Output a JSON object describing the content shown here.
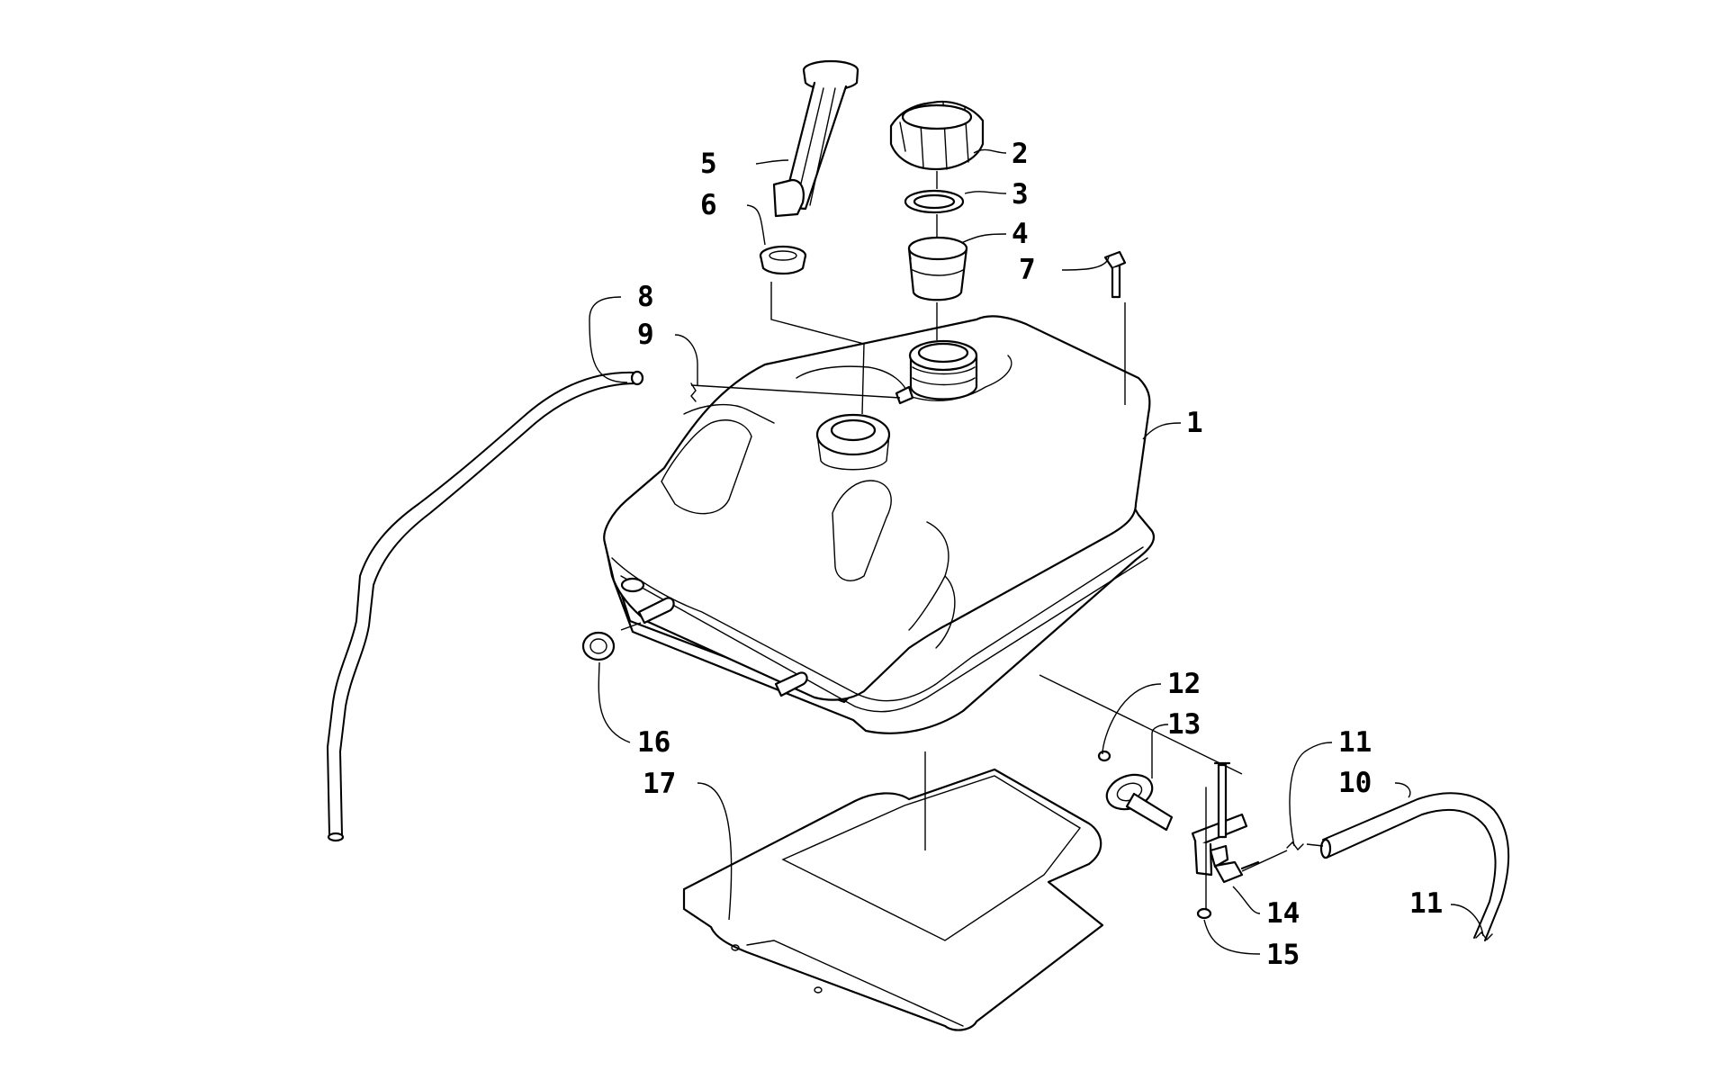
{
  "colors": {
    "ink": "#000000",
    "paper": "#ffffff"
  },
  "callouts": {
    "c1": "1",
    "c2": "2",
    "c3": "3",
    "c4": "4",
    "c5": "5",
    "c6": "6",
    "c7": "7",
    "c8": "8",
    "c9": "9",
    "c10": "10",
    "c11a": "11",
    "c11b": "11",
    "c12": "12",
    "c13": "13",
    "c14": "14",
    "c15": "15",
    "c16": "16",
    "c17": "17"
  }
}
